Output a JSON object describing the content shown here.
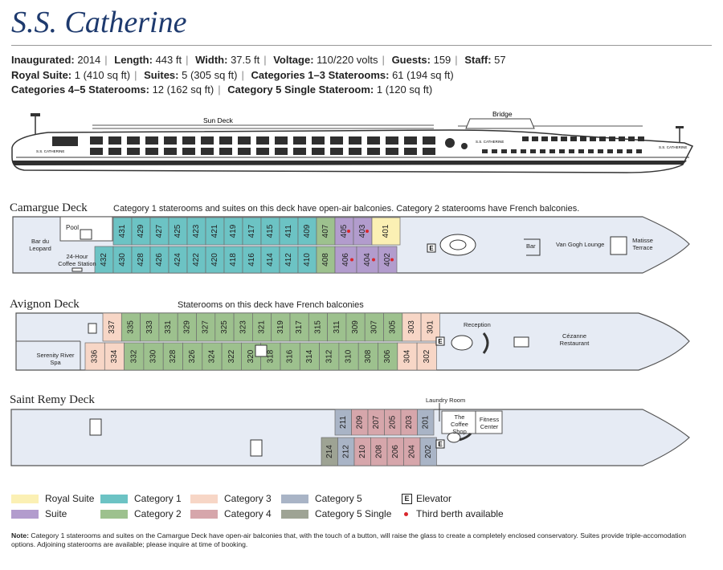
{
  "ship_name": "S.S. Catherine",
  "specs": {
    "row1": [
      {
        "label": "Inaugurated:",
        "value": "2014"
      },
      {
        "label": "Length:",
        "value": "443 ft"
      },
      {
        "label": "Width:",
        "value": "37.5 ft"
      },
      {
        "label": "Voltage:",
        "value": "110/220 volts"
      },
      {
        "label": "Guests:",
        "value": "159"
      },
      {
        "label": "Staff:",
        "value": "57"
      }
    ],
    "row2": [
      {
        "label": "Royal Suite:",
        "value": "1 (410 sq ft)"
      },
      {
        "label": "Suites:",
        "value": "5 (305 sq ft)"
      },
      {
        "label": "Categories 1–3 Staterooms:",
        "value": "61 (194 sq ft)"
      }
    ],
    "row3": [
      {
        "label": "Categories 4–5 Staterooms:",
        "value": "12 (162 sq ft)"
      },
      {
        "label": "Category 5 Single Stateroom:",
        "value": "1 (120 sq ft)"
      }
    ]
  },
  "profile": {
    "sun_deck": "Sun Deck",
    "bridge": "Bridge",
    "hull_name_bow": "S.S. CATHERINE",
    "hull_name_mid": "S.S. CATHERINE",
    "hull_name_stern": "S.S. CATHERINE"
  },
  "colors": {
    "royal_suite": "#fbf0b4",
    "suite": "#b29ccd",
    "cat1": "#6cc3c4",
    "cat2": "#9dc18e",
    "cat3": "#f7d6c6",
    "cat4": "#d6a6ab",
    "cat5": "#a9b4c6",
    "cat5_single": "#9ea394",
    "deck_fill": "#e6ebf4",
    "deck_stroke": "#555555",
    "third_berth": "#d9262c"
  },
  "decks": {
    "camargue": {
      "title": "Camargue Deck",
      "note": "Category 1 staterooms and suites on this deck have open-air balconies. Category 2 staterooms have French balconies.",
      "labels": {
        "pool": "Pool",
        "bar_du_leopard": "Bar du Leopard",
        "coffee_station": "24-Hour Coffee Station",
        "bar": "Bar",
        "van_gogh": "Van Gogh Lounge",
        "matisse": "Matisse Terrace",
        "elevator": "E"
      },
      "top_rooms": [
        {
          "n": "431",
          "c": "cat1"
        },
        {
          "n": "429",
          "c": "cat1"
        },
        {
          "n": "427",
          "c": "cat1"
        },
        {
          "n": "425",
          "c": "cat1"
        },
        {
          "n": "423",
          "c": "cat1"
        },
        {
          "n": "421",
          "c": "cat1"
        },
        {
          "n": "419",
          "c": "cat1"
        },
        {
          "n": "417",
          "c": "cat1"
        },
        {
          "n": "415",
          "c": "cat1"
        },
        {
          "n": "411",
          "c": "cat1"
        },
        {
          "n": "409",
          "c": "cat1"
        },
        {
          "n": "407",
          "c": "cat2"
        },
        {
          "n": "405",
          "c": "suite",
          "dot": true
        },
        {
          "n": "403",
          "c": "suite",
          "dot": true
        },
        {
          "n": "401",
          "c": "royal_suite",
          "wide": true
        }
      ],
      "bottom_rooms": [
        {
          "n": "432",
          "c": "cat1"
        },
        {
          "n": "430",
          "c": "cat1"
        },
        {
          "n": "428",
          "c": "cat1"
        },
        {
          "n": "426",
          "c": "cat1"
        },
        {
          "n": "424",
          "c": "cat1"
        },
        {
          "n": "422",
          "c": "cat1"
        },
        {
          "n": "420",
          "c": "cat1"
        },
        {
          "n": "418",
          "c": "cat1"
        },
        {
          "n": "416",
          "c": "cat1"
        },
        {
          "n": "414",
          "c": "cat1"
        },
        {
          "n": "412",
          "c": "cat1"
        },
        {
          "n": "410",
          "c": "cat1"
        },
        {
          "n": "408",
          "c": "cat2"
        },
        {
          "n": "406",
          "c": "suite",
          "dot": true,
          "wide": true
        },
        {
          "n": "404",
          "c": "suite",
          "dot": true,
          "wide": true
        },
        {
          "n": "402",
          "c": "suite",
          "dot": true
        }
      ]
    },
    "avignon": {
      "title": "Avignon Deck",
      "note": "Staterooms on this deck have French balconies",
      "labels": {
        "serenity": "Serenity River Spa",
        "reception": "Reception",
        "cezanne": "Cézanne Restaurant",
        "elevator": "E"
      },
      "top_rooms": [
        {
          "n": "337",
          "c": "cat3"
        },
        {
          "n": "335",
          "c": "cat2"
        },
        {
          "n": "333",
          "c": "cat2"
        },
        {
          "n": "331",
          "c": "cat2"
        },
        {
          "n": "329",
          "c": "cat2"
        },
        {
          "n": "327",
          "c": "cat2"
        },
        {
          "n": "325",
          "c": "cat2"
        },
        {
          "n": "323",
          "c": "cat2"
        },
        {
          "n": "321",
          "c": "cat2"
        },
        {
          "n": "319",
          "c": "cat2"
        },
        {
          "n": "317",
          "c": "cat2"
        },
        {
          "n": "315",
          "c": "cat2"
        },
        {
          "n": "311",
          "c": "cat2"
        },
        {
          "n": "309",
          "c": "cat2"
        },
        {
          "n": "307",
          "c": "cat2"
        },
        {
          "n": "305",
          "c": "cat2"
        },
        {
          "n": "303",
          "c": "cat3"
        },
        {
          "n": "301",
          "c": "cat3"
        }
      ],
      "bottom_rooms": [
        {
          "n": "336",
          "c": "cat3"
        },
        {
          "n": "334",
          "c": "cat3"
        },
        {
          "n": "332",
          "c": "cat2"
        },
        {
          "n": "330",
          "c": "cat2"
        },
        {
          "n": "328",
          "c": "cat2"
        },
        {
          "n": "326",
          "c": "cat2"
        },
        {
          "n": "324",
          "c": "cat2"
        },
        {
          "n": "322",
          "c": "cat2"
        },
        {
          "n": "320",
          "c": "cat2"
        },
        {
          "n": "318",
          "c": "cat2"
        },
        {
          "n": "316",
          "c": "cat2"
        },
        {
          "n": "314",
          "c": "cat2"
        },
        {
          "n": "312",
          "c": "cat2"
        },
        {
          "n": "310",
          "c": "cat2"
        },
        {
          "n": "308",
          "c": "cat2"
        },
        {
          "n": "306",
          "c": "cat2"
        },
        {
          "n": "304",
          "c": "cat3"
        },
        {
          "n": "302",
          "c": "cat3"
        }
      ]
    },
    "saint_remy": {
      "title": "Saint Remy Deck",
      "labels": {
        "laundry": "Laundry Room",
        "coffee_shop": "The Coffee Shop",
        "fitness": "Fitness Center",
        "elevator": "E"
      },
      "top_rooms": [
        {
          "n": "211",
          "c": "cat5"
        },
        {
          "n": "209",
          "c": "cat4"
        },
        {
          "n": "207",
          "c": "cat4"
        },
        {
          "n": "205",
          "c": "cat4"
        },
        {
          "n": "203",
          "c": "cat4"
        },
        {
          "n": "201",
          "c": "cat5"
        }
      ],
      "bottom_rooms": [
        {
          "n": "214",
          "c": "cat5_single"
        },
        {
          "n": "212",
          "c": "cat5"
        },
        {
          "n": "210",
          "c": "cat4"
        },
        {
          "n": "208",
          "c": "cat4"
        },
        {
          "n": "206",
          "c": "cat4"
        },
        {
          "n": "204",
          "c": "cat4"
        },
        {
          "n": "202",
          "c": "cat5"
        }
      ]
    }
  },
  "legend": {
    "royal_suite": "Royal Suite",
    "suite": "Suite",
    "cat1": "Category 1",
    "cat2": "Category 2",
    "cat3": "Category 3",
    "cat4": "Category 4",
    "cat5": "Category 5",
    "cat5_single": "Category 5 Single",
    "elevator_symbol": "E",
    "elevator": "Elevator",
    "third_berth": "Third berth available"
  },
  "footnote": {
    "label": "Note:",
    "text": "Category 1 staterooms and suites on the Camargue Deck have open-air balconies that, with the touch of a button, will raise the glass to create a completely enclosed conservatory. Suites provide triple-accomodation options. Adjoining staterooms are available; please inquire at time of booking."
  }
}
